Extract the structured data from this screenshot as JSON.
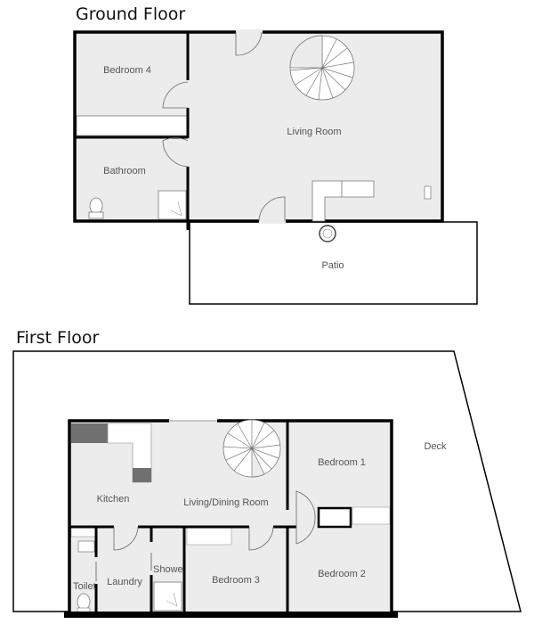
{
  "ground_floor": {
    "title": "Ground Floor",
    "rooms": {
      "bedroom4": "Bedroom 4",
      "bathroom": "Bathroom",
      "living_room": "Living Room",
      "patio": "Patio"
    }
  },
  "first_floor": {
    "title": "First Floor",
    "rooms": {
      "kitchen": "Kitchen",
      "living_dining": "Living/Dining Room",
      "bedroom1": "Bedroom 1",
      "bedroom2": "Bedroom 2",
      "bedroom3": "Bedroom 3",
      "deck": "Deck",
      "toilet": "Toilet",
      "laundry": "Laundry",
      "shower": "Showe"
    }
  },
  "colors": {
    "room_fill": "#ececec",
    "wall": "#000000",
    "counter_dark": "#707070",
    "outdoor_fill": "#ffffff"
  }
}
